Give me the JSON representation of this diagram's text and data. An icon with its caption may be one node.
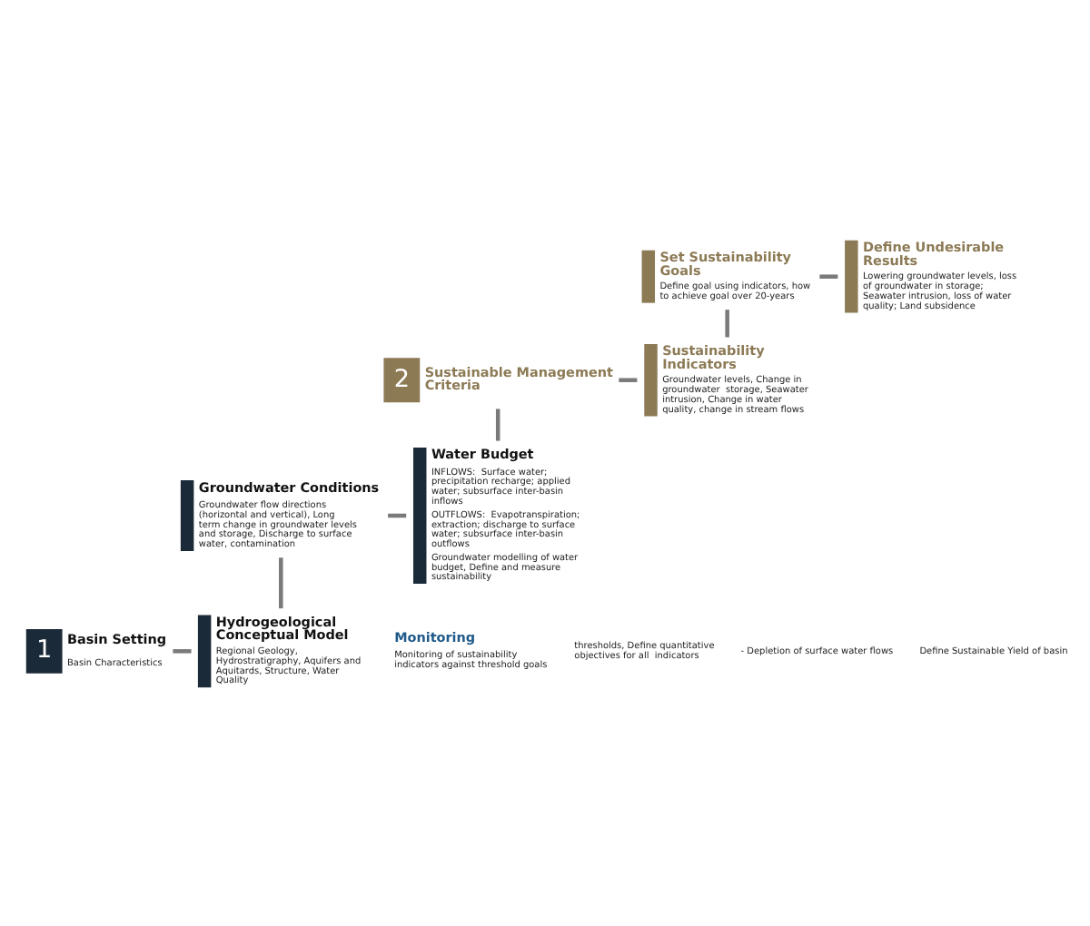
{
  "diagram": {
    "nodes": [
      {
        "text": [
          "1",
          "Basin Setting",
          "Basin Characteristics"
        ]
      },
      {
        "text": [
          "Hydrogeological Conceptual Model",
          "Regional Geology, Hydrostratigraphy, Aquifers and Aquitards, Structure, Water Quality"
        ]
      },
      {
        "text": [
          "Groundwater Conditions",
          "Groundwater flow directions (horizontal and vertical), Long term change in groundwater levels and storage, Discharge to surface water, contamination"
        ]
      },
      {
        "text": [
          "Water Budget",
          "INFLOWS:  Surface water; precipitation recharge; applied water; subsurface inter-basin inflows",
          "OUTFLOWS:  Evapotranspiration; extraction; discharge to surface water; subsurface inter-basin outflows",
          "Groundwater modelling of water budget, Define and measure sustainability"
        ]
      },
      {
        "text": [
          "2",
          "Sustainable Management Criteria"
        ]
      },
      {
        "text": [
          "Sustainability Indicators",
          "Groundwater levels, Change in groundwater  storage, Seawater intrusion, Change in water quality, change in stream flows"
        ]
      },
      {
        "text": [
          "Set Sustainability Goals",
          "Define goal using indicators, how to achieve goal over 20-years"
        ]
      },
      {
        "text": [
          "Define Undesirable Results",
          "Lowering groundwater levels, loss of groundwater in storage; Seawater intrusion, loss of water quality; Land subsidence"
        ]
      },
      {
        "text": [
          "Monitoring",
          "Monitoring of sustainability indicators against threshold goals"
        ]
      }
    ],
    "edges": [
      {
        "from": 0,
        "to": 1,
        "arrow": "none"
      },
      {
        "from": 1,
        "to": 2,
        "arrow": "none"
      },
      {
        "from": 2,
        "to": 3,
        "arrow": "none"
      },
      {
        "from": 3,
        "to": 4,
        "arrow": "none"
      },
      {
        "from": 4,
        "to": 5,
        "arrow": "none"
      },
      {
        "from": 5,
        "to": 6,
        "arrow": "none"
      },
      {
        "from": 6,
        "to": 7,
        "arrow": "none"
      }
    ],
    "labels": [
      "thresholds, Define quantitative objectives for all  indicators",
      "- Depletion of surface water flows",
      "Define Sustainable Yield of basin"
    ]
  }
}
